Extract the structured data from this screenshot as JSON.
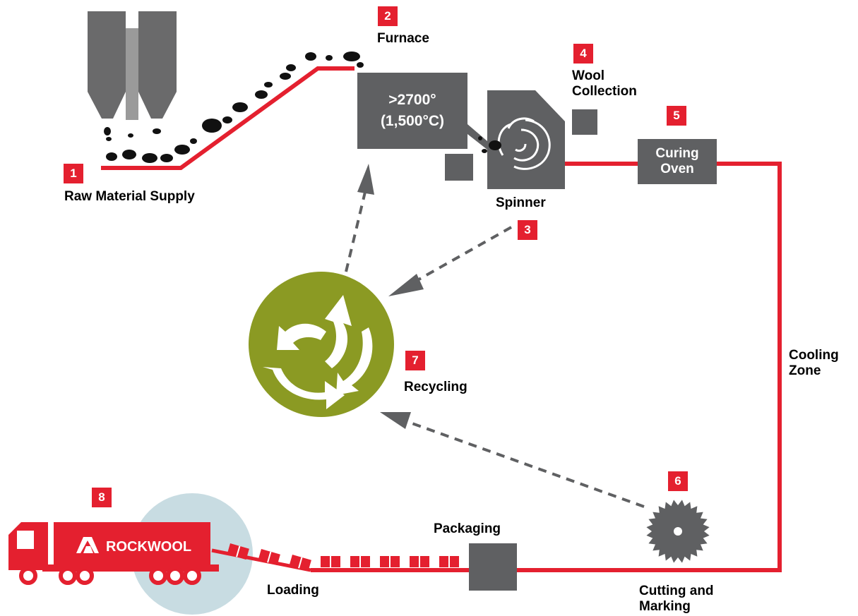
{
  "steps": [
    {
      "number": "1",
      "label": "Raw Material Supply"
    },
    {
      "number": "2",
      "label": "Furnace"
    },
    {
      "number": "3",
      "label": "Spinner"
    },
    {
      "number": "4",
      "label": "Wool Collection"
    },
    {
      "number": "5",
      "label": "Curing Oven"
    },
    {
      "number": "6",
      "label": "Cutting and Marking"
    },
    {
      "number": "7",
      "label": "Recycling"
    },
    {
      "number": "8",
      "label": "Loading"
    }
  ],
  "furnace_temp": {
    "line1": ">2700°",
    "line2": "(1,500°C)"
  },
  "curing_oven": {
    "line1": "Curing",
    "line2": "Oven"
  },
  "wool_collection": {
    "line1": "Wool",
    "line2": "Collection"
  },
  "cooling_zone": {
    "line1": "Cooling",
    "line2": "Zone"
  },
  "cutting": {
    "line1": "Cutting and",
    "line2": "Marking"
  },
  "packaging_label": "Packaging",
  "truck_brand": "ROCKWOOL",
  "colors": {
    "brand_red": "#e4202f",
    "machine_gray": "#5f6062",
    "recycle_green": "#8b9a23",
    "loading_circle": "#c8dce2",
    "arrow_gray": "#5f6062"
  }
}
